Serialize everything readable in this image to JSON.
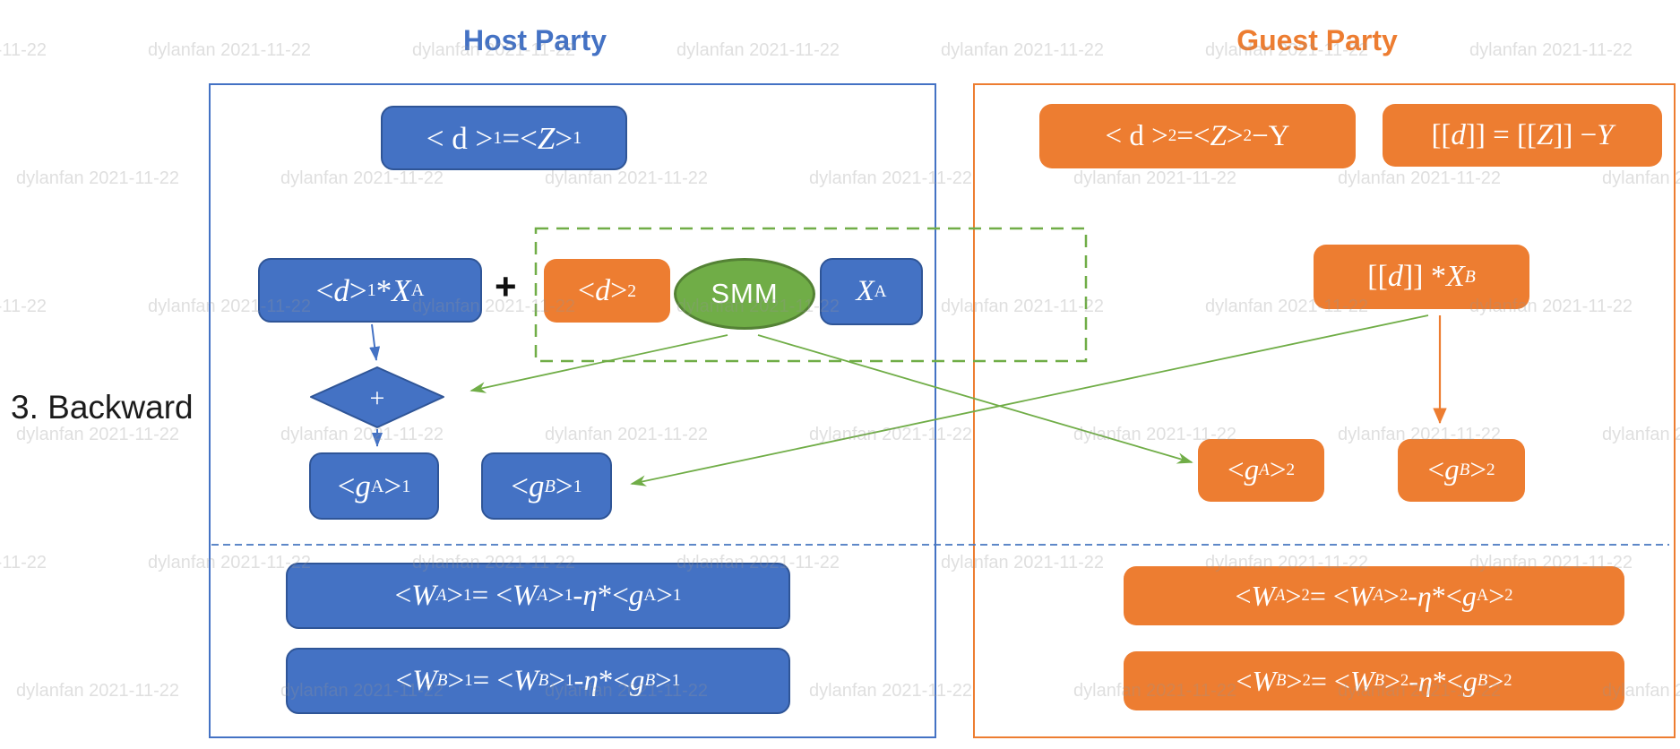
{
  "labels": {
    "step": "3. Backward",
    "plus_operator": "+",
    "plus_node": "+"
  },
  "watermark": {
    "text": "dylanfan 2021-11-22"
  },
  "colors": {
    "host_blue": "#4472C4",
    "host_blue_border": "#2F5597",
    "guest_orange": "#ED7D31",
    "smm_green": "#70AD47",
    "smm_green_border": "#548235",
    "arrow_green": "#70AD47",
    "text_white": "#ffffff"
  },
  "smm": {
    "label": "SMM"
  },
  "exchange": {
    "d2_share": [
      {
        "t": "< "
      },
      {
        "t": "d",
        "i": true
      },
      {
        "t": " >"
      },
      {
        "t": "2",
        "sub": true
      }
    ],
    "x_a": [
      {
        "t": "X",
        "i": true
      },
      {
        "t": "A",
        "sub": true
      }
    ]
  },
  "host": {
    "title": "Host Party",
    "formulas": {
      "d_share": [
        {
          "t": "< d >"
        },
        {
          "t": "1",
          "sub": true
        },
        {
          "t": "=< "
        },
        {
          "t": "Z",
          "i": true
        },
        {
          "t": " >"
        },
        {
          "t": "1",
          "sub": true
        }
      ],
      "dx_product": [
        {
          "t": "< "
        },
        {
          "t": "d",
          "i": true
        },
        {
          "t": " >"
        },
        {
          "t": "1",
          "sub": true
        },
        {
          "t": "* "
        },
        {
          "t": "X",
          "i": true
        },
        {
          "t": "A",
          "sub": true
        }
      ],
      "g_a": [
        {
          "t": "< "
        },
        {
          "t": "g",
          "i": true
        },
        {
          "t": "A",
          "sub": true
        },
        {
          "t": " >"
        },
        {
          "t": "1",
          "sub": true
        }
      ],
      "g_b": [
        {
          "t": "< "
        },
        {
          "t": "g",
          "i": true
        },
        {
          "t": "B",
          "sub": true,
          "i": true
        },
        {
          "t": " >"
        },
        {
          "t": "1",
          "sub": true
        }
      ],
      "w_a_update": [
        {
          "t": "< "
        },
        {
          "t": "W",
          "i": true
        },
        {
          "t": "A",
          "sub": true,
          "i": true
        },
        {
          "t": " >"
        },
        {
          "t": "1",
          "sub": true
        },
        {
          "t": "= < "
        },
        {
          "t": "W",
          "i": true
        },
        {
          "t": "A",
          "sub": true,
          "i": true
        },
        {
          "t": " >"
        },
        {
          "t": "1",
          "sub": true
        },
        {
          "t": "-"
        },
        {
          "t": "η",
          "i": true
        },
        {
          "t": " *< "
        },
        {
          "t": "g",
          "i": true
        },
        {
          "t": "A",
          "sub": true
        },
        {
          "t": " >"
        },
        {
          "t": "1",
          "sub": true
        }
      ],
      "w_b_update": [
        {
          "t": "< "
        },
        {
          "t": "W",
          "i": true
        },
        {
          "t": "B",
          "sub": true,
          "i": true
        },
        {
          "t": " >"
        },
        {
          "t": "1",
          "sub": true
        },
        {
          "t": "= < "
        },
        {
          "t": "W",
          "i": true
        },
        {
          "t": "B",
          "sub": true,
          "i": true
        },
        {
          "t": " >"
        },
        {
          "t": "1",
          "sub": true
        },
        {
          "t": "-"
        },
        {
          "t": "η",
          "i": true
        },
        {
          "t": " *< "
        },
        {
          "t": "g",
          "i": true
        },
        {
          "t": "B",
          "sub": true,
          "i": true
        },
        {
          "t": " >"
        },
        {
          "t": "1",
          "sub": true
        }
      ]
    }
  },
  "guest": {
    "title": "Guest Party",
    "formulas": {
      "d_share": [
        {
          "t": "< d >"
        },
        {
          "t": "2",
          "sub": true
        },
        {
          "t": "=< "
        },
        {
          "t": "Z",
          "i": true
        },
        {
          "t": " >"
        },
        {
          "t": "2",
          "sub": true
        },
        {
          "t": "−Y"
        }
      ],
      "d_cipher": [
        {
          "t": "[["
        },
        {
          "t": "d",
          "i": true
        },
        {
          "t": "]] = [["
        },
        {
          "t": "Z",
          "i": true
        },
        {
          "t": "]] − "
        },
        {
          "t": "Y",
          "i": true
        }
      ],
      "dx_product": [
        {
          "t": "[["
        },
        {
          "t": "d",
          "i": true
        },
        {
          "t": "]] * "
        },
        {
          "t": "X",
          "i": true
        },
        {
          "t": "B",
          "sub": true,
          "i": true
        }
      ],
      "g_a": [
        {
          "t": "< "
        },
        {
          "t": "g",
          "i": true
        },
        {
          "t": "A",
          "sub": true,
          "i": true
        },
        {
          "t": " >"
        },
        {
          "t": "2",
          "sub": true
        }
      ],
      "g_b": [
        {
          "t": "< "
        },
        {
          "t": "g",
          "i": true
        },
        {
          "t": "B",
          "sub": true,
          "i": true
        },
        {
          "t": " >"
        },
        {
          "t": "2",
          "sub": true
        }
      ],
      "w_a_update": [
        {
          "t": "< "
        },
        {
          "t": "W",
          "i": true
        },
        {
          "t": "A",
          "sub": true,
          "i": true
        },
        {
          "t": " >"
        },
        {
          "t": "2",
          "sub": true
        },
        {
          "t": "= < "
        },
        {
          "t": "W",
          "i": true
        },
        {
          "t": "A",
          "sub": true,
          "i": true
        },
        {
          "t": " >"
        },
        {
          "t": "2",
          "sub": true
        },
        {
          "t": "-"
        },
        {
          "t": "η",
          "i": true
        },
        {
          "t": " *< "
        },
        {
          "t": "g",
          "i": true
        },
        {
          "t": "A",
          "sub": true
        },
        {
          "t": " >"
        },
        {
          "t": "2",
          "sub": true
        }
      ],
      "w_b_update": [
        {
          "t": "< "
        },
        {
          "t": "W",
          "i": true
        },
        {
          "t": "B",
          "sub": true,
          "i": true
        },
        {
          "t": " >"
        },
        {
          "t": "2",
          "sub": true
        },
        {
          "t": "= < "
        },
        {
          "t": "W",
          "i": true
        },
        {
          "t": "B",
          "sub": true,
          "i": true
        },
        {
          "t": " >"
        },
        {
          "t": "2",
          "sub": true
        },
        {
          "t": "-"
        },
        {
          "t": "η",
          "i": true
        },
        {
          "t": " *< "
        },
        {
          "t": "g",
          "i": true
        },
        {
          "t": "B",
          "sub": true,
          "i": true
        },
        {
          "t": " >"
        },
        {
          "t": "2",
          "sub": true
        }
      ]
    }
  }
}
